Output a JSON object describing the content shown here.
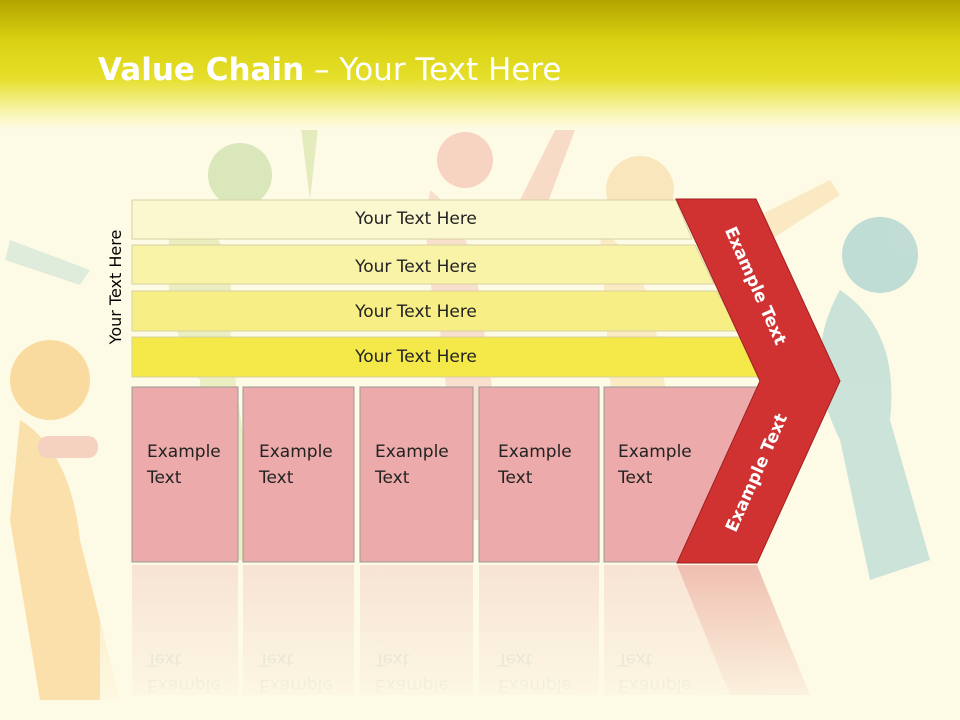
{
  "slide": {
    "title_bold": "Value Chain",
    "title_rest": " – Your Text Here"
  },
  "diagram": {
    "vertical_label": "Your Text Here",
    "support_bands": [
      {
        "label": "Your Text Here",
        "color": "#fbf8d0"
      },
      {
        "label": "Your Text Here",
        "color": "#f9f3a8"
      },
      {
        "label": "Your Text Here",
        "color": "#f7ee86"
      },
      {
        "label": "Your Text Here",
        "color": "#f5e94a"
      }
    ],
    "primary_activities": [
      {
        "line1": "Example",
        "line2": "Text"
      },
      {
        "line1": "Example",
        "line2": "Text"
      },
      {
        "line1": "Example",
        "line2": "Text"
      },
      {
        "line1": "Example",
        "line2": "Text"
      },
      {
        "line1": "Example",
        "line2": "Text"
      }
    ],
    "margin_top_label": "Example Text",
    "margin_bottom_label": "Example Text",
    "colors": {
      "activity_fill": "#edaaaa",
      "margin_fill": "#d03232",
      "header_gradient": "#d8d010"
    }
  }
}
